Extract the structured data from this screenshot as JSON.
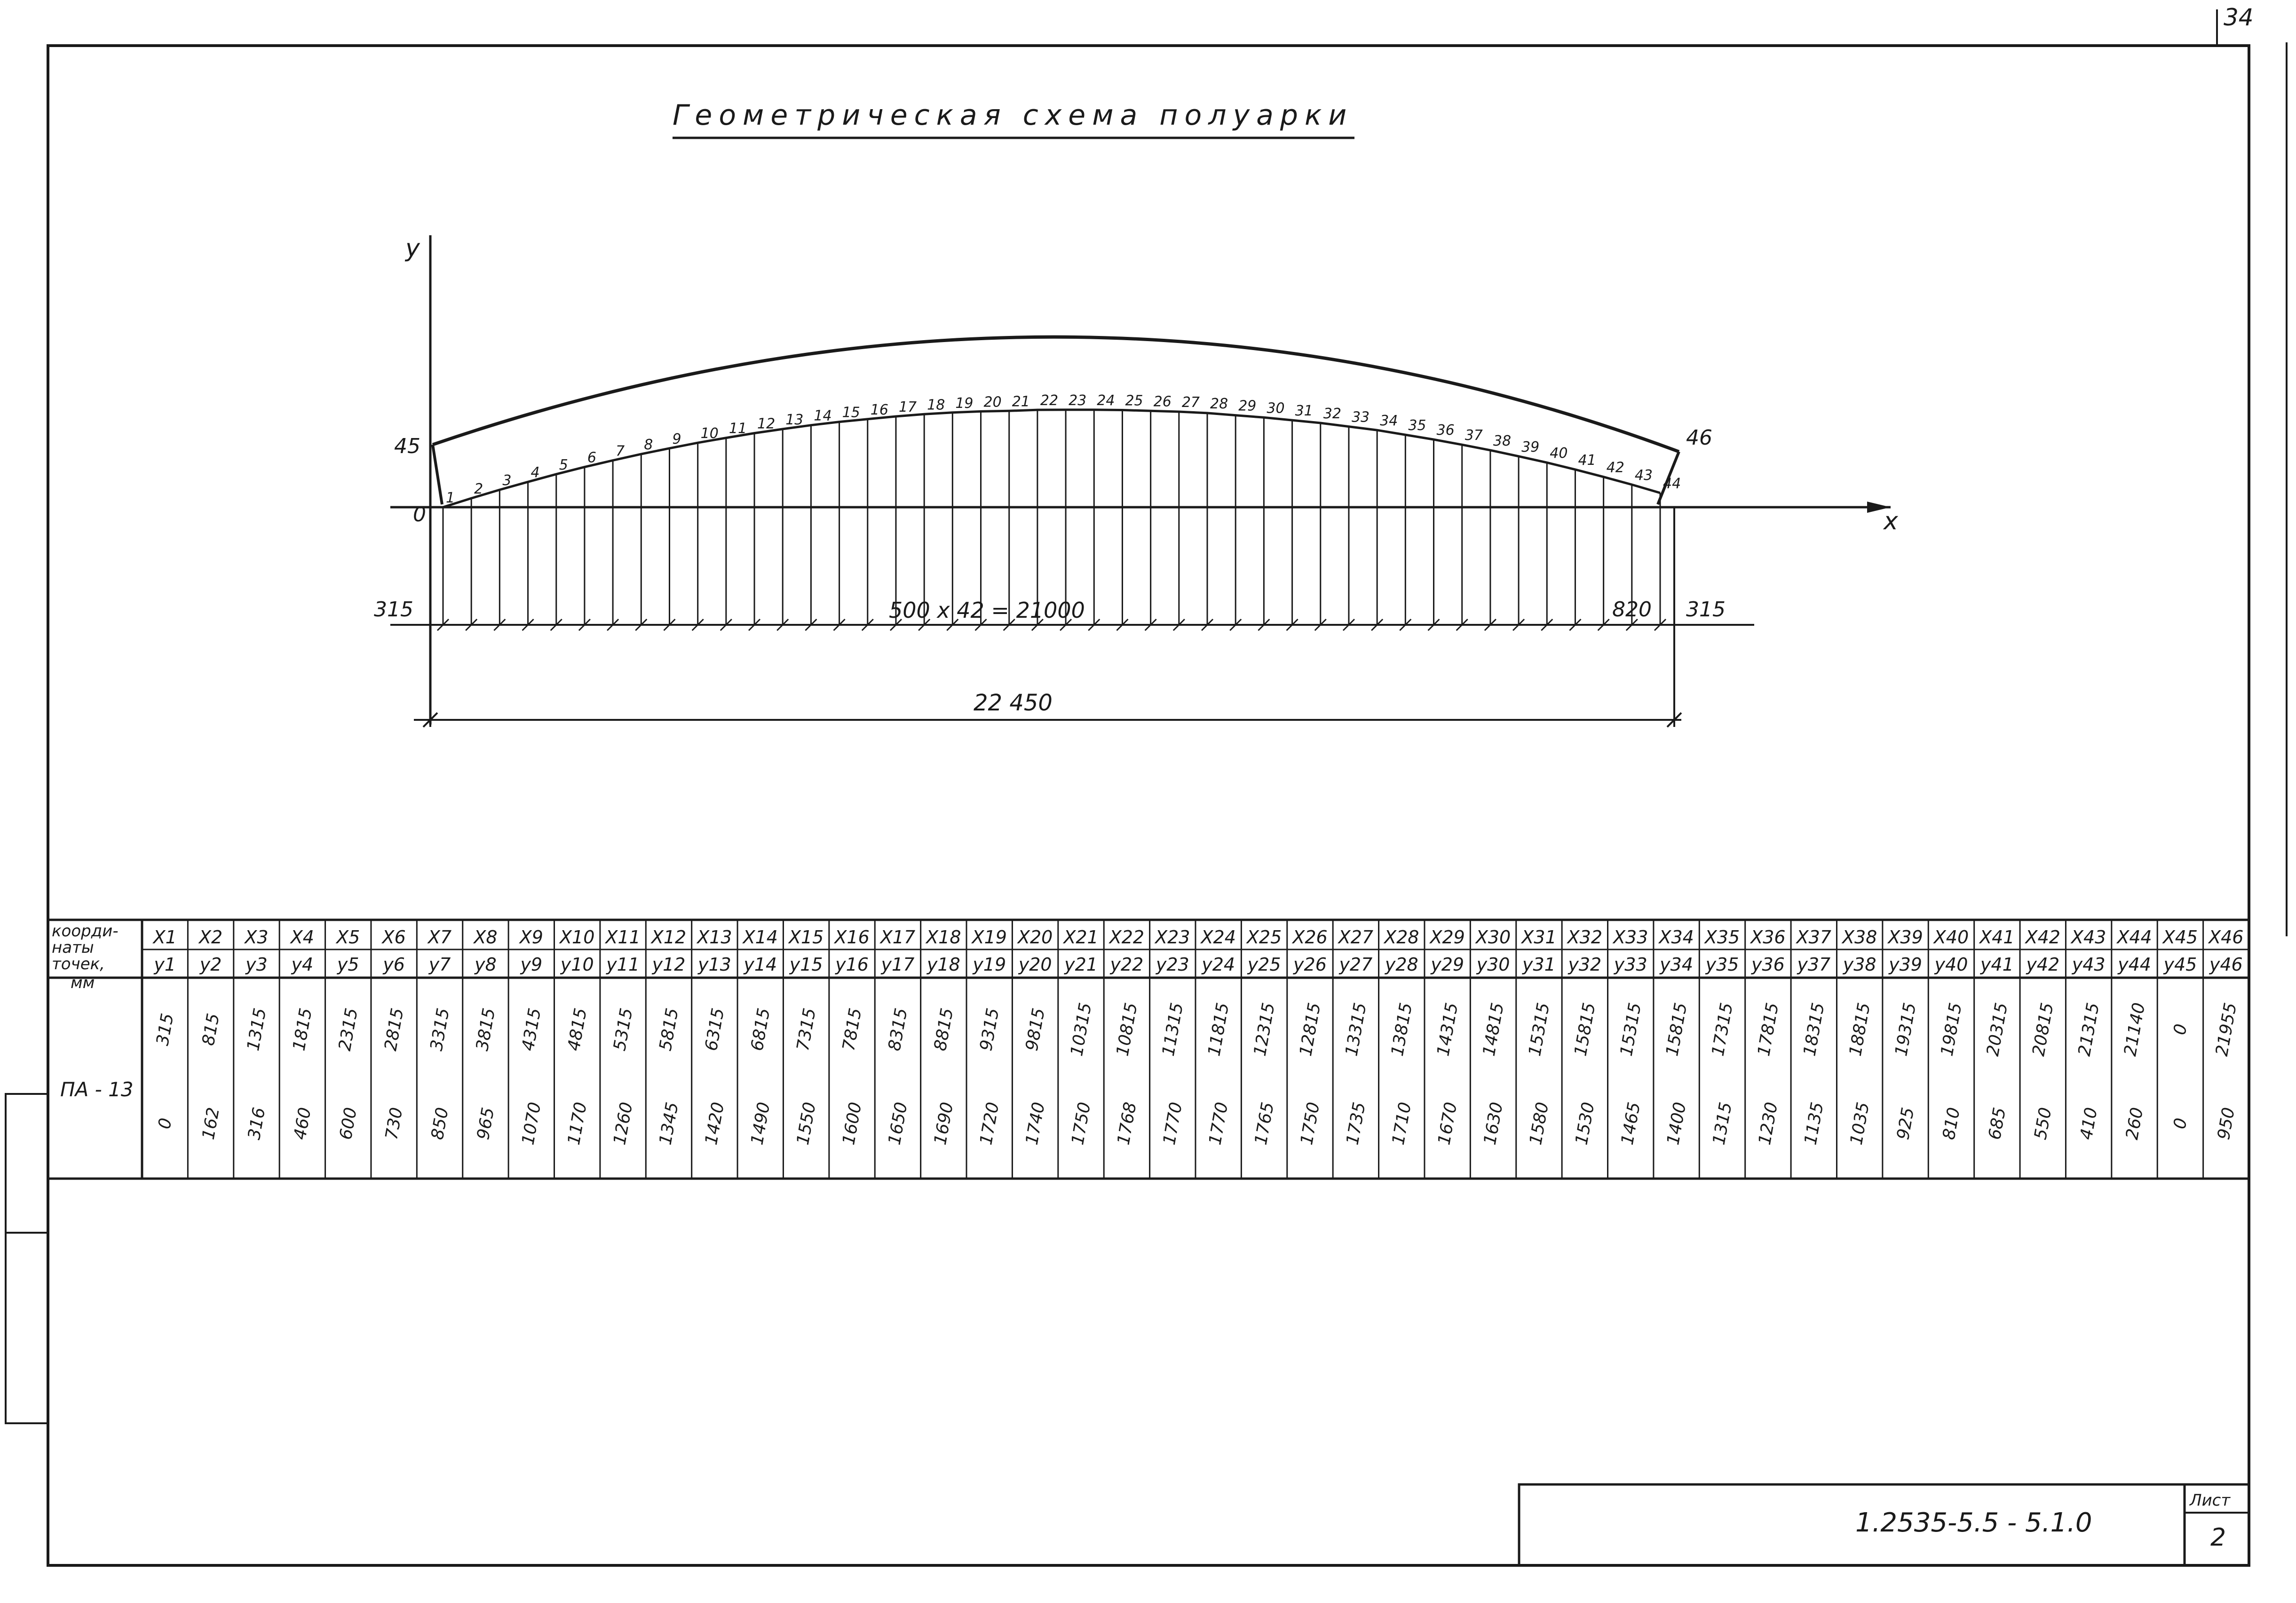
{
  "sheet": {
    "corner_mark": "34",
    "title": "Геометрическая схема полуарки",
    "doc_code": "1.2535-5.5 - 5.1.0",
    "sheet_label": "Лист",
    "sheet_number": "2"
  },
  "diagram": {
    "axis_x": "x",
    "axis_y": "y",
    "origin": "0",
    "lower_points": [
      "1",
      "2",
      "3",
      "4",
      "5",
      "6",
      "7",
      "8",
      "9",
      "10",
      "11",
      "12",
      "13",
      "14",
      "15",
      "16",
      "17",
      "18",
      "19",
      "20",
      "21",
      "22",
      "23",
      "24",
      "25",
      "26",
      "27",
      "28",
      "29",
      "30",
      "31",
      "32",
      "33",
      "34",
      "35",
      "36",
      "37",
      "38",
      "39",
      "40",
      "41",
      "42",
      "43",
      "44"
    ],
    "point_45": "45",
    "point_46": "46",
    "dim_left": "315",
    "dim_middle": "500 x 42 = 21000",
    "dim_last": "820",
    "dim_right": "315",
    "dim_total": "22 450"
  },
  "table": {
    "header_line1": "коорди-",
    "header_line2": "наты",
    "header_line3": "точек,",
    "header_line4": "мм",
    "row_label": "ПА - 13",
    "x_labels": [
      "X1",
      "X2",
      "X3",
      "X4",
      "X5",
      "X6",
      "X7",
      "X8",
      "X9",
      "X10",
      "X11",
      "X12",
      "X13",
      "X14",
      "X15",
      "X16",
      "X17",
      "X18",
      "X19",
      "X20",
      "X21",
      "X22",
      "X23",
      "X24",
      "X25",
      "X26",
      "X27",
      "X28",
      "X29",
      "X30",
      "X31",
      "X32",
      "X33",
      "X34",
      "X35",
      "X36",
      "X37",
      "X38",
      "X39",
      "X40",
      "X41",
      "X42",
      "X43",
      "X44",
      "X45",
      "X46"
    ],
    "y_labels": [
      "y1",
      "y2",
      "y3",
      "y4",
      "y5",
      "y6",
      "y7",
      "y8",
      "y9",
      "y10",
      "y11",
      "y12",
      "y13",
      "y14",
      "y15",
      "y16",
      "y17",
      "y18",
      "y19",
      "y20",
      "y21",
      "y22",
      "y23",
      "y24",
      "y25",
      "y26",
      "y27",
      "y28",
      "y29",
      "y30",
      "y31",
      "y32",
      "y33",
      "y34",
      "y35",
      "y36",
      "y37",
      "y38",
      "y39",
      "y40",
      "y41",
      "y42",
      "y43",
      "y44",
      "y45",
      "y46"
    ],
    "x_values": [
      "315",
      "815",
      "1315",
      "1815",
      "2315",
      "2815",
      "3315",
      "3815",
      "4315",
      "4815",
      "5315",
      "5815",
      "6315",
      "6815",
      "7315",
      "7815",
      "8315",
      "8815",
      "9315",
      "9815",
      "10315",
      "10815",
      "11315",
      "11815",
      "12315",
      "12815",
      "13315",
      "13815",
      "14315",
      "14815",
      "15315",
      "15815",
      "15315",
      "15815",
      "17315",
      "17815",
      "18315",
      "18815",
      "19315",
      "19815",
      "20315",
      "20815",
      "21315",
      "21140",
      "0",
      "21955"
    ],
    "y_values": [
      "0",
      "162",
      "316",
      "460",
      "600",
      "730",
      "850",
      "965",
      "1070",
      "1170",
      "1260",
      "1345",
      "1420",
      "1490",
      "1550",
      "1600",
      "1650",
      "1690",
      "1720",
      "1740",
      "1750",
      "1768",
      "1770",
      "1770",
      "1765",
      "1750",
      "1735",
      "1710",
      "1670",
      "1630",
      "1580",
      "1530",
      "1465",
      "1400",
      "1315",
      "1230",
      "1135",
      "1035",
      "925",
      "810",
      "685",
      "550",
      "410",
      "260",
      "0",
      "950",
      "950"
    ]
  }
}
